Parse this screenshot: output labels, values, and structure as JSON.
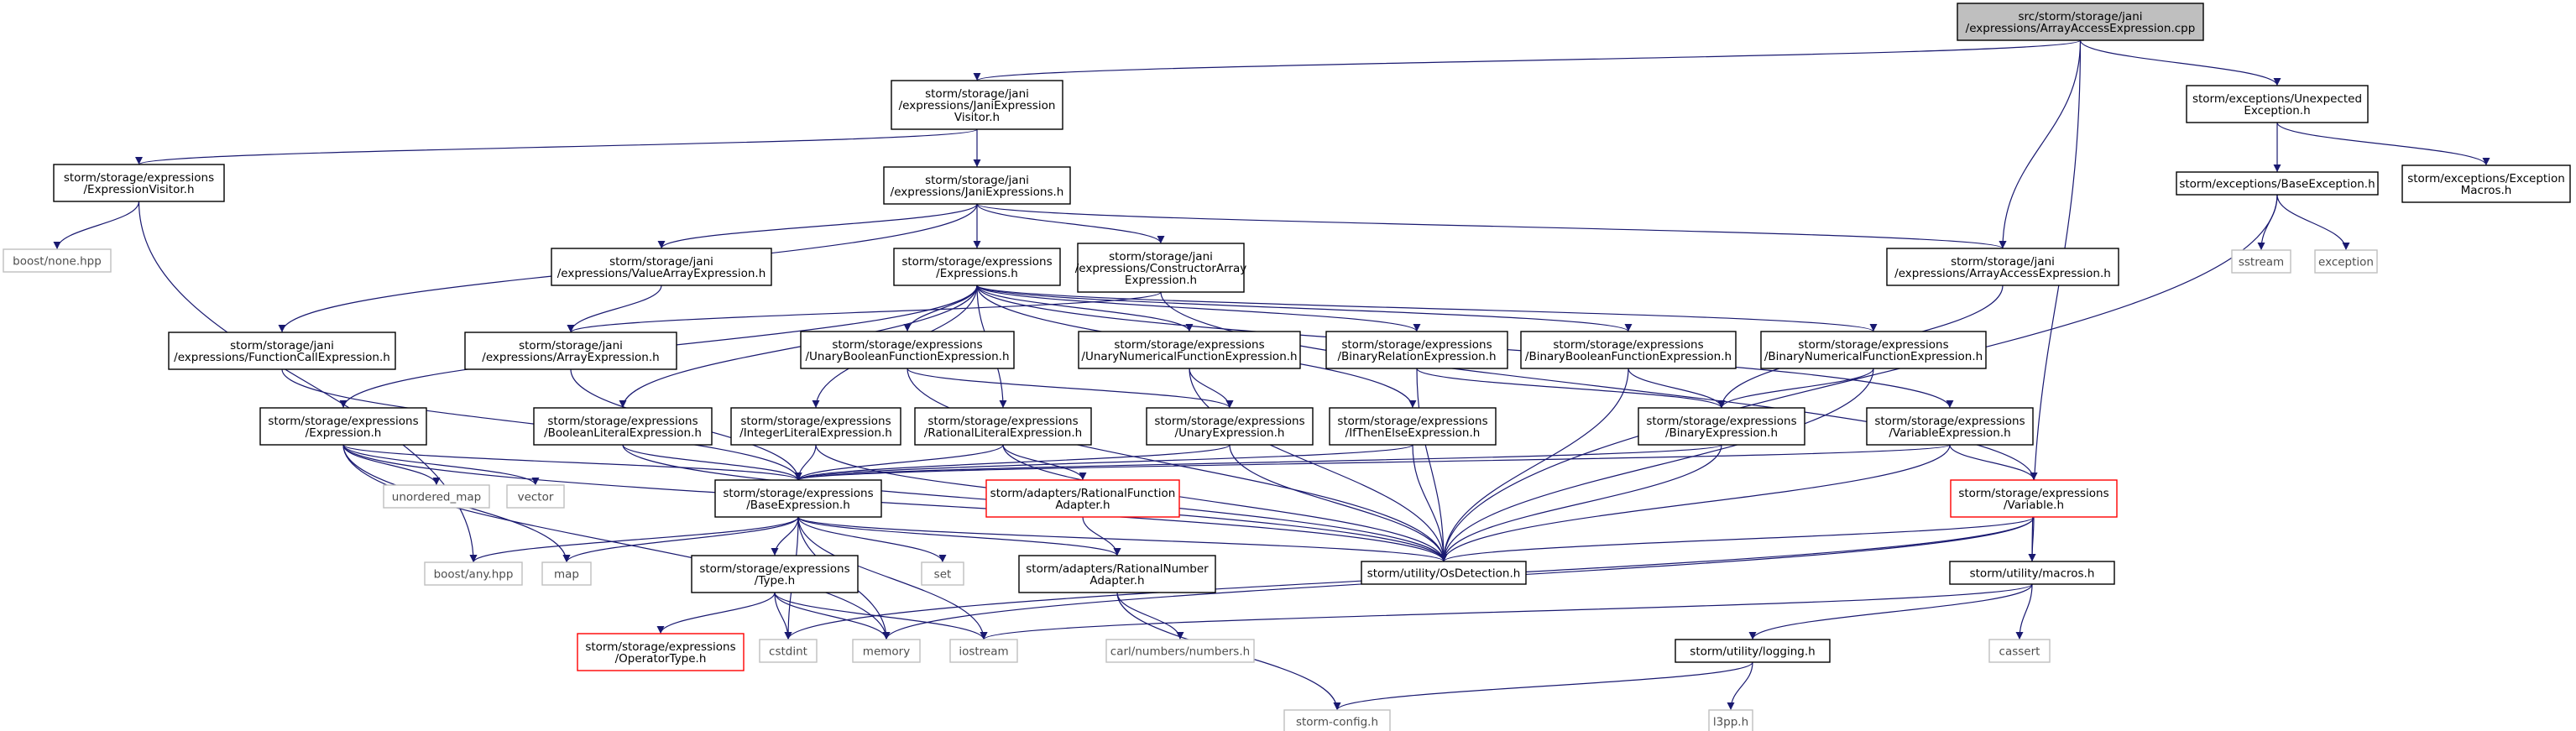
{
  "colors": {
    "edge": "#191970",
    "root_fill": "#bfbfbf",
    "root_stroke": "#000000",
    "normal_stroke": "#000000",
    "red_stroke": "#ff0000",
    "gray_stroke": "#bfbfbf",
    "text": "#000000",
    "gray_text": "#4d4d4d"
  },
  "nodes": [
    {
      "id": "root",
      "style": "root",
      "lines": [
        "src/storm/storage/jani",
        "/expressions/ArrayAccessExpression.cpp"
      ]
    },
    {
      "id": "janiVisitor",
      "style": "normal",
      "lines": [
        "storm/storage/jani",
        "/expressions/JaniExpression",
        "Visitor.h"
      ]
    },
    {
      "id": "unexpected",
      "style": "normal",
      "lines": [
        "storm/exceptions/Unexpected",
        "Exception.h"
      ]
    },
    {
      "id": "exprVisitor",
      "style": "normal",
      "lines": [
        "storm/storage/expressions",
        "/ExpressionVisitor.h"
      ]
    },
    {
      "id": "janiExprs",
      "style": "normal",
      "lines": [
        "storm/storage/jani",
        "/expressions/JaniExpressions.h"
      ]
    },
    {
      "id": "baseException",
      "style": "normal",
      "lines": [
        "storm/exceptions/BaseException.h"
      ]
    },
    {
      "id": "exceptionMacros",
      "style": "normal",
      "lines": [
        "storm/exceptions/Exception",
        "Macros.h"
      ]
    },
    {
      "id": "boostNone",
      "style": "gray",
      "lines": [
        "boost/none.hpp"
      ]
    },
    {
      "id": "valueArray",
      "style": "normal",
      "lines": [
        "storm/storage/jani",
        "/expressions/ValueArrayExpression.h"
      ]
    },
    {
      "id": "expressionsH",
      "style": "normal",
      "lines": [
        "storm/storage/expressions",
        "/Expressions.h"
      ]
    },
    {
      "id": "constructorArray",
      "style": "normal",
      "lines": [
        "storm/storage/jani",
        "/expressions/ConstructorArray",
        "Expression.h"
      ]
    },
    {
      "id": "arrayAccessH",
      "style": "normal",
      "lines": [
        "storm/storage/jani",
        "/expressions/ArrayAccessExpression.h"
      ]
    },
    {
      "id": "sstream",
      "style": "gray",
      "lines": [
        "sstream"
      ]
    },
    {
      "id": "exception",
      "style": "gray",
      "lines": [
        "exception"
      ]
    },
    {
      "id": "functionCall",
      "style": "normal",
      "lines": [
        "storm/storage/jani",
        "/expressions/FunctionCallExpression.h"
      ]
    },
    {
      "id": "arrayExpr",
      "style": "normal",
      "lines": [
        "storm/storage/jani",
        "/expressions/ArrayExpression.h"
      ]
    },
    {
      "id": "unaryBool",
      "style": "normal",
      "lines": [
        "storm/storage/expressions",
        "/UnaryBooleanFunctionExpression.h"
      ]
    },
    {
      "id": "unaryNum",
      "style": "normal",
      "lines": [
        "storm/storage/expressions",
        "/UnaryNumericalFunctionExpression.h"
      ]
    },
    {
      "id": "binaryRel",
      "style": "normal",
      "lines": [
        "storm/storage/expressions",
        "/BinaryRelationExpression.h"
      ]
    },
    {
      "id": "binaryBool",
      "style": "normal",
      "lines": [
        "storm/storage/expressions",
        "/BinaryBooleanFunctionExpression.h"
      ]
    },
    {
      "id": "binaryNum",
      "style": "normal",
      "lines": [
        "storm/storage/expressions",
        "/BinaryNumericalFunctionExpression.h"
      ]
    },
    {
      "id": "expressionH",
      "style": "normal",
      "lines": [
        "storm/storage/expressions",
        "/Expression.h"
      ]
    },
    {
      "id": "boolLit",
      "style": "normal",
      "lines": [
        "storm/storage/expressions",
        "/BooleanLiteralExpression.h"
      ]
    },
    {
      "id": "intLit",
      "style": "normal",
      "lines": [
        "storm/storage/expressions",
        "/IntegerLiteralExpression.h"
      ]
    },
    {
      "id": "ratLit",
      "style": "normal",
      "lines": [
        "storm/storage/expressions",
        "/RationalLiteralExpression.h"
      ]
    },
    {
      "id": "unaryExpr",
      "style": "normal",
      "lines": [
        "storm/storage/expressions",
        "/UnaryExpression.h"
      ]
    },
    {
      "id": "ifThenElse",
      "style": "normal",
      "lines": [
        "storm/storage/expressions",
        "/IfThenElseExpression.h"
      ]
    },
    {
      "id": "binaryExpr",
      "style": "normal",
      "lines": [
        "storm/storage/expressions",
        "/BinaryExpression.h"
      ]
    },
    {
      "id": "variableExpr",
      "style": "normal",
      "lines": [
        "storm/storage/expressions",
        "/VariableExpression.h"
      ]
    },
    {
      "id": "unorderedMap",
      "style": "gray",
      "lines": [
        "unordered_map"
      ]
    },
    {
      "id": "vector",
      "style": "gray",
      "lines": [
        "vector"
      ]
    },
    {
      "id": "baseExpr",
      "style": "normal",
      "lines": [
        "storm/storage/expressions",
        "/BaseExpression.h"
      ]
    },
    {
      "id": "ratFuncAdapter",
      "style": "red",
      "lines": [
        "storm/adapters/RationalFunction",
        "Adapter.h"
      ]
    },
    {
      "id": "variableH",
      "style": "red",
      "lines": [
        "storm/storage/expressions",
        "/Variable.h"
      ]
    },
    {
      "id": "boostAny",
      "style": "gray",
      "lines": [
        "boost/any.hpp"
      ]
    },
    {
      "id": "map",
      "style": "gray",
      "lines": [
        "map"
      ]
    },
    {
      "id": "set",
      "style": "gray",
      "lines": [
        "set"
      ]
    },
    {
      "id": "typeH",
      "style": "normal",
      "lines": [
        "storm/storage/expressions",
        "/Type.h"
      ]
    },
    {
      "id": "ratNumAdapter",
      "style": "normal",
      "lines": [
        "storm/adapters/RationalNumber",
        "Adapter.h"
      ]
    },
    {
      "id": "osDetection",
      "style": "normal",
      "lines": [
        "storm/utility/OsDetection.h"
      ]
    },
    {
      "id": "macros",
      "style": "normal",
      "lines": [
        "storm/utility/macros.h"
      ]
    },
    {
      "id": "operatorType",
      "style": "red",
      "lines": [
        "storm/storage/expressions",
        "/OperatorType.h"
      ]
    },
    {
      "id": "cstdint",
      "style": "gray",
      "lines": [
        "cstdint"
      ]
    },
    {
      "id": "memory",
      "style": "gray",
      "lines": [
        "memory"
      ]
    },
    {
      "id": "iostream",
      "style": "gray",
      "lines": [
        "iostream"
      ]
    },
    {
      "id": "carlNumbers",
      "style": "gray",
      "lines": [
        "carl/numbers/numbers.h"
      ]
    },
    {
      "id": "logging",
      "style": "normal",
      "lines": [
        "storm/utility/logging.h"
      ]
    },
    {
      "id": "cassert",
      "style": "gray",
      "lines": [
        "cassert"
      ]
    },
    {
      "id": "stormConfig",
      "style": "gray",
      "lines": [
        "storm-config.h"
      ]
    },
    {
      "id": "l3pp",
      "style": "gray",
      "lines": [
        "l3pp.h"
      ]
    }
  ],
  "edges": [
    [
      "root",
      "janiVisitor"
    ],
    [
      "root",
      "arrayAccessH"
    ],
    [
      "root",
      "unexpected"
    ],
    [
      "root",
      "macros"
    ],
    [
      "janiVisitor",
      "exprVisitor"
    ],
    [
      "janiVisitor",
      "janiExprs"
    ],
    [
      "exprVisitor",
      "boostNone"
    ],
    [
      "exprVisitor",
      "boostAny"
    ],
    [
      "janiExprs",
      "functionCall"
    ],
    [
      "janiExprs",
      "valueArray"
    ],
    [
      "janiExprs",
      "expressionsH"
    ],
    [
      "janiExprs",
      "constructorArray"
    ],
    [
      "janiExprs",
      "arrayAccessH"
    ],
    [
      "unexpected",
      "baseException"
    ],
    [
      "unexpected",
      "exceptionMacros"
    ],
    [
      "baseException",
      "sstream"
    ],
    [
      "baseException",
      "exception"
    ],
    [
      "baseException",
      "osDetection"
    ],
    [
      "valueArray",
      "arrayExpr"
    ],
    [
      "constructorArray",
      "arrayExpr"
    ],
    [
      "constructorArray",
      "variableH"
    ],
    [
      "arrayAccessH",
      "binaryExpr"
    ],
    [
      "expressionsH",
      "expressionH"
    ],
    [
      "expressionsH",
      "boolLit"
    ],
    [
      "expressionsH",
      "intLit"
    ],
    [
      "expressionsH",
      "ratLit"
    ],
    [
      "expressionsH",
      "unaryBool"
    ],
    [
      "expressionsH",
      "unaryNum"
    ],
    [
      "expressionsH",
      "ifThenElse"
    ],
    [
      "expressionsH",
      "binaryRel"
    ],
    [
      "expressionsH",
      "binaryBool"
    ],
    [
      "expressionsH",
      "binaryNum"
    ],
    [
      "expressionsH",
      "variableExpr"
    ],
    [
      "functionCall",
      "baseExpr"
    ],
    [
      "arrayExpr",
      "baseExpr"
    ],
    [
      "unaryBool",
      "unaryExpr"
    ],
    [
      "unaryBool",
      "osDetection"
    ],
    [
      "unaryNum",
      "unaryExpr"
    ],
    [
      "unaryNum",
      "osDetection"
    ],
    [
      "binaryRel",
      "binaryExpr"
    ],
    [
      "binaryRel",
      "osDetection"
    ],
    [
      "binaryBool",
      "binaryExpr"
    ],
    [
      "binaryBool",
      "osDetection"
    ],
    [
      "binaryNum",
      "binaryExpr"
    ],
    [
      "binaryNum",
      "osDetection"
    ],
    [
      "expressionH",
      "baseExpr"
    ],
    [
      "expressionH",
      "unorderedMap"
    ],
    [
      "expressionH",
      "vector"
    ],
    [
      "expressionH",
      "map"
    ],
    [
      "expressionH",
      "memory"
    ],
    [
      "expressionH",
      "osDetection"
    ],
    [
      "boolLit",
      "baseExpr"
    ],
    [
      "boolLit",
      "osDetection"
    ],
    [
      "intLit",
      "baseExpr"
    ],
    [
      "intLit",
      "osDetection"
    ],
    [
      "ratLit",
      "baseExpr"
    ],
    [
      "ratLit",
      "ratFuncAdapter"
    ],
    [
      "ratLit",
      "osDetection"
    ],
    [
      "unaryExpr",
      "baseExpr"
    ],
    [
      "unaryExpr",
      "osDetection"
    ],
    [
      "ifThenElse",
      "baseExpr"
    ],
    [
      "ifThenElse",
      "osDetection"
    ],
    [
      "binaryExpr",
      "baseExpr"
    ],
    [
      "binaryExpr",
      "osDetection"
    ],
    [
      "variableExpr",
      "baseExpr"
    ],
    [
      "variableExpr",
      "variableH"
    ],
    [
      "variableExpr",
      "osDetection"
    ],
    [
      "baseExpr",
      "boostAny"
    ],
    [
      "baseExpr",
      "map"
    ],
    [
      "baseExpr",
      "set"
    ],
    [
      "baseExpr",
      "typeH"
    ],
    [
      "baseExpr",
      "ratNumAdapter"
    ],
    [
      "baseExpr",
      "osDetection"
    ],
    [
      "baseExpr",
      "cstdint"
    ],
    [
      "baseExpr",
      "memory"
    ],
    [
      "baseExpr",
      "iostream"
    ],
    [
      "ratFuncAdapter",
      "ratNumAdapter"
    ],
    [
      "variableH",
      "macros"
    ],
    [
      "variableH",
      "osDetection"
    ],
    [
      "variableH",
      "cstdint"
    ],
    [
      "variableH",
      "memory"
    ],
    [
      "typeH",
      "operatorType"
    ],
    [
      "typeH",
      "cstdint"
    ],
    [
      "typeH",
      "memory"
    ],
    [
      "typeH",
      "iostream"
    ],
    [
      "ratNumAdapter",
      "carlNumbers"
    ],
    [
      "ratNumAdapter",
      "stormConfig"
    ],
    [
      "macros",
      "logging"
    ],
    [
      "macros",
      "cassert"
    ],
    [
      "macros",
      "iostream"
    ],
    [
      "logging",
      "stormConfig"
    ],
    [
      "logging",
      "l3pp"
    ]
  ]
}
